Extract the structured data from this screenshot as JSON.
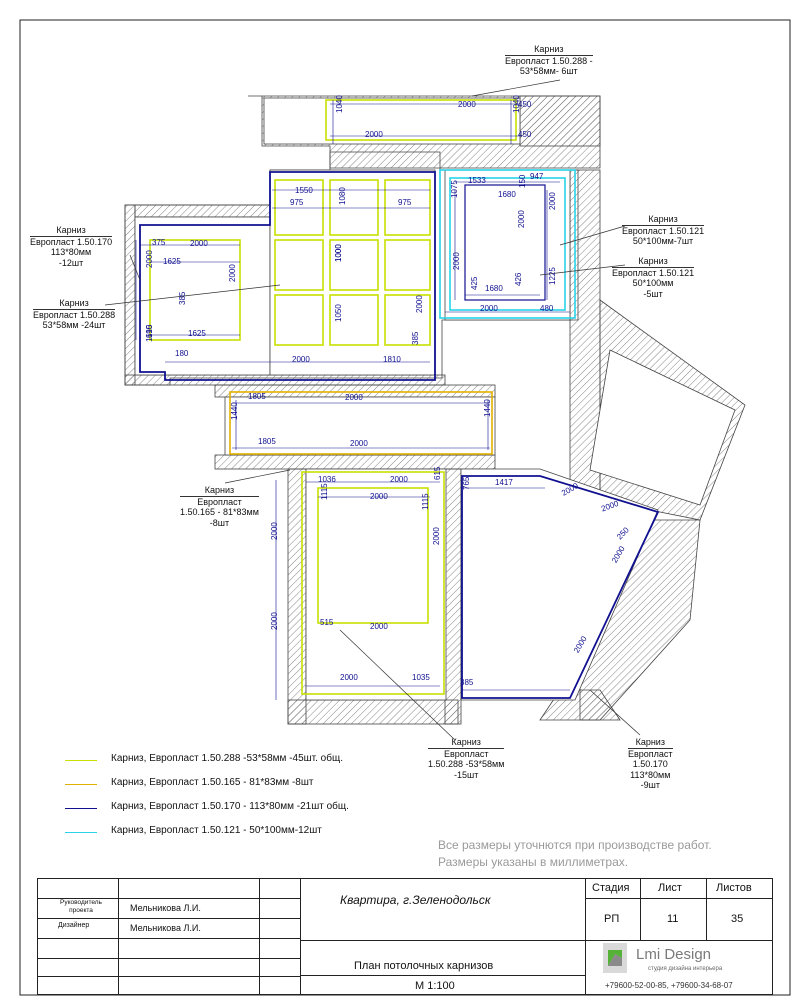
{
  "annotations": {
    "top": [
      "Карниз",
      "Европласт 1.50.288 -",
      "53*58мм- 6шт"
    ],
    "left1": [
      "Карниз",
      "Европласт 1.50.170",
      "113*80мм",
      "-12шт"
    ],
    "left2": [
      "Карниз",
      "Европласт 1.50.288",
      "53*58мм -24шт"
    ],
    "right1": [
      "Карниз",
      "Европласт 1.50.121",
      "50*100мм-7шт"
    ],
    "right2": [
      "Карниз",
      "Европласт 1.50.121",
      "50*100мм",
      "-5шт"
    ],
    "mid_left": [
      "Карниз",
      "Европласт",
      "1.50.165 - 81*83мм",
      "-8шт"
    ],
    "bottom_mid": [
      "Карниз",
      "Европласт",
      "1.50.288 -53*58мм",
      "-15шт"
    ],
    "bottom_right": [
      "Карниз",
      "Европласт",
      "1.50.170",
      "113*80мм",
      "-9шт"
    ]
  },
  "dimensions": [
    "2000",
    "450",
    "1040",
    "1040",
    "2000",
    "450",
    "1550",
    "975",
    "1080",
    "975",
    "1000",
    "1533",
    "947",
    "1680",
    "1075",
    "150",
    "2000",
    "375",
    "2000",
    "1625",
    "2000",
    "2000",
    "385",
    "1625",
    "1000",
    "2000",
    "2000",
    "426",
    "1225",
    "1680",
    "425",
    "2000",
    "480",
    "1050",
    "2000",
    "615",
    "1190",
    "180",
    "2000",
    "1810",
    "385",
    "1805",
    "2000",
    "1440",
    "1440",
    "1805",
    "2000",
    "1036",
    "2000",
    "615",
    "2000",
    "1115",
    "1115",
    "2000",
    "2000",
    "2000",
    "1417",
    "2000",
    "2000",
    "765",
    "2000",
    "1035",
    "515",
    "2000",
    "385",
    "250",
    "2000",
    "2000"
  ],
  "legend": [
    {
      "label": "Карниз, Европласт 1.50.288 -53*58мм -45шт. общ.",
      "color": "#c8e000"
    },
    {
      "label": "Карниз, Европласт 1.50.165 - 81*83мм  -8шт",
      "color": "#e2b000"
    },
    {
      "label": "Карниз, Европласт 1.50.170 - 113*80мм -21шт общ.",
      "color": "#101090"
    },
    {
      "label": "Карниз, Европласт 1.50.121 - 50*100мм-12шт",
      "color": "#27d3e8"
    }
  ],
  "notes": [
    "Все размеры уточнются при производстве работ.",
    "Размеры указаны в миллиметрах."
  ],
  "title_block": {
    "role1": "Руководитель проекта",
    "name1": "Мельникова Л.И.",
    "role2": "Дизайнер",
    "name2": "Мельникова Л.И.",
    "project": "Квартира, г.Зеленодольск",
    "sheet_title": "План потолочных карнизов",
    "scale": "М 1:100",
    "stage_h": "Стадия",
    "sheet_h": "Лист",
    "sheets_h": "Листов",
    "stage": "РП",
    "sheet": "11",
    "sheets": "35",
    "logo": "Lmi Design",
    "logo_sub": "студия дизайна интерьера",
    "phones": "+79600-52-00-85, +79600-34-68-07"
  },
  "colors": {
    "yellow": "#c8e000",
    "orange": "#e2b000",
    "blue": "#101090",
    "cyan": "#27d3e8",
    "wall": "#555555"
  }
}
